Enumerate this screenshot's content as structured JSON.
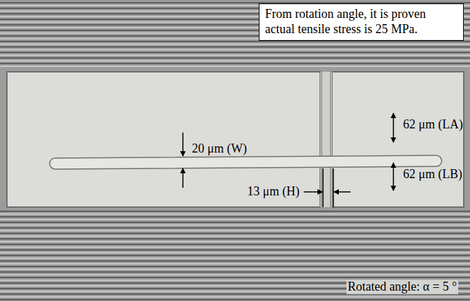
{
  "diagram": {
    "nodes": [
      {
        "text": [
          "From rotation angle, it is proven actual tensile stress is 25 MPa."
        ]
      }
    ],
    "labels": [
      "20 μm (W)",
      "62 μm (LA)",
      "62 μm (LB)",
      "13 μm (H)",
      "Rotated angle: α = 5 °"
    ]
  }
}
